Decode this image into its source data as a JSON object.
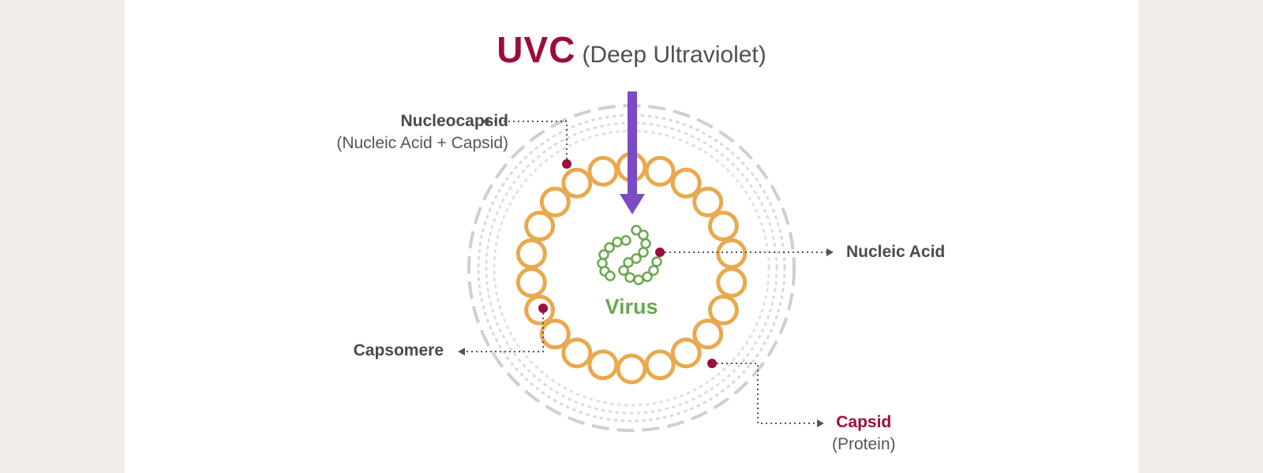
{
  "title": {
    "main": "UVC",
    "sub": "(Deep Ultraviolet)"
  },
  "labels": {
    "nucleocapsid": {
      "name": "Nucleocapsid",
      "detail": "(Nucleic Acid + Capsid)"
    },
    "nucleic_acid": {
      "name": "Nucleic Acid"
    },
    "capsomere": {
      "name": "Capsomere"
    },
    "capsid": {
      "name": "Capsid",
      "detail": "(Protein)"
    },
    "virus": "Virus"
  },
  "colors": {
    "accent": "#9b0d3c",
    "uvc_arrow": "#7a4bc4",
    "capsomere": "#e8a94f",
    "nucleic_acid": "#6aa84f",
    "envelope": "#c9c9c9",
    "marker": "#9b0d3c",
    "leader": "#555555"
  },
  "icons": {
    "arrow": "down-arrow-icon",
    "marker": "dot-marker-icon"
  }
}
